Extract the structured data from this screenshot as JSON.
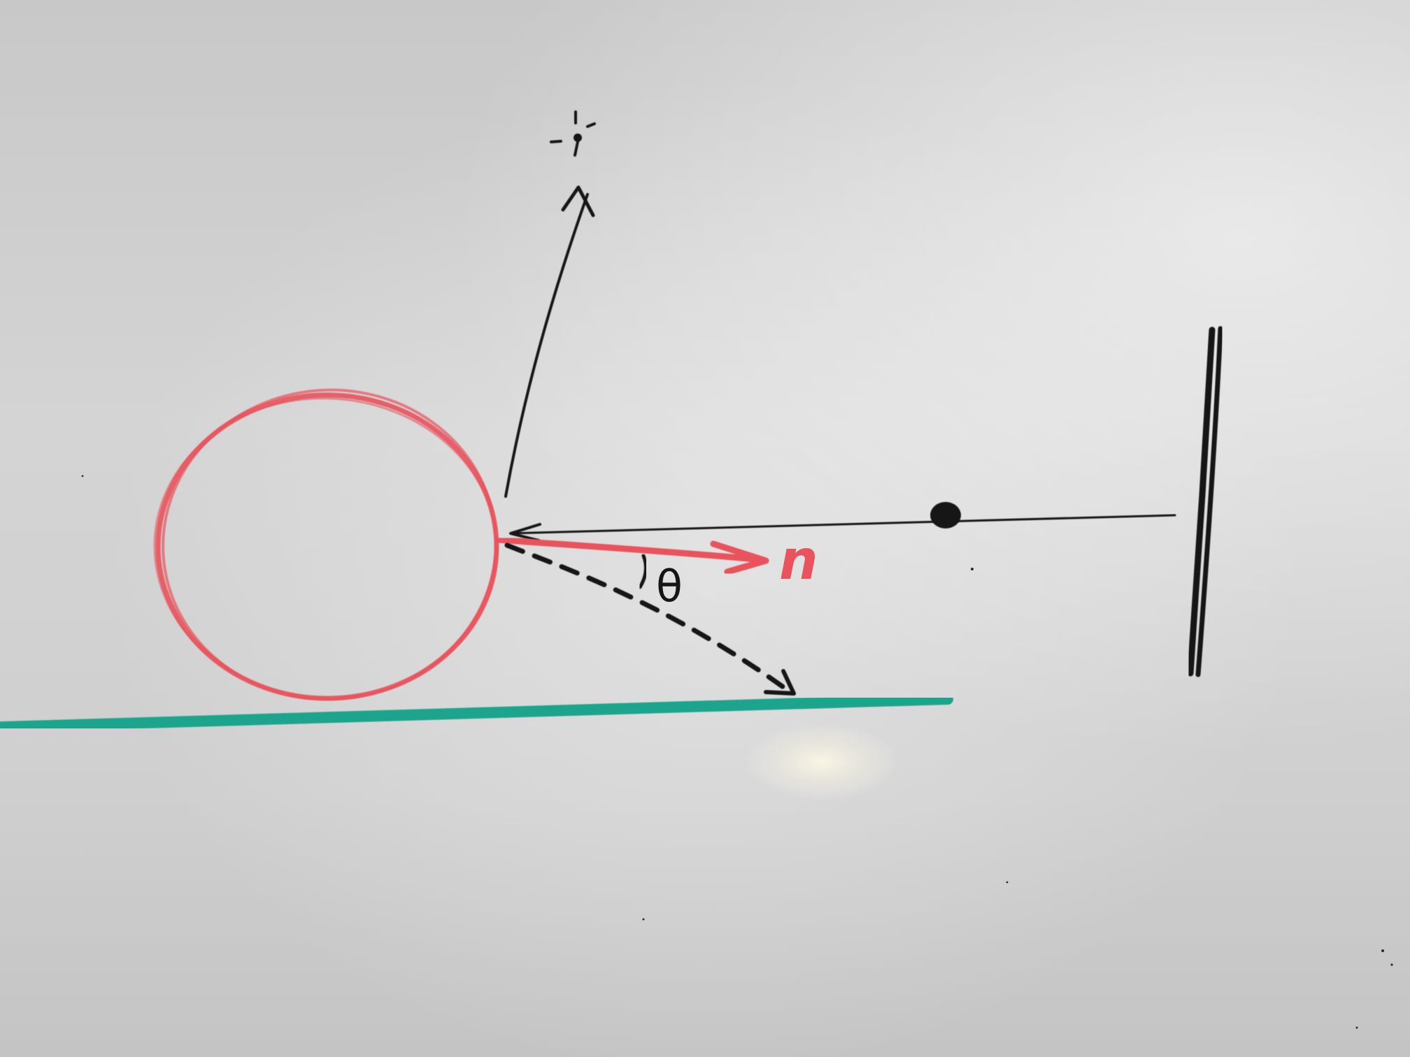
{
  "diagram": {
    "normal_label": "n",
    "angle_label": "θ"
  },
  "colors": {
    "board": "#d2d2d2",
    "ink_black": "#151515",
    "ink_red": "#e8535d",
    "ink_teal": "#1aa58c"
  },
  "icons": {
    "light_source": "sun-glyph",
    "viewer": "eye-glyph"
  }
}
